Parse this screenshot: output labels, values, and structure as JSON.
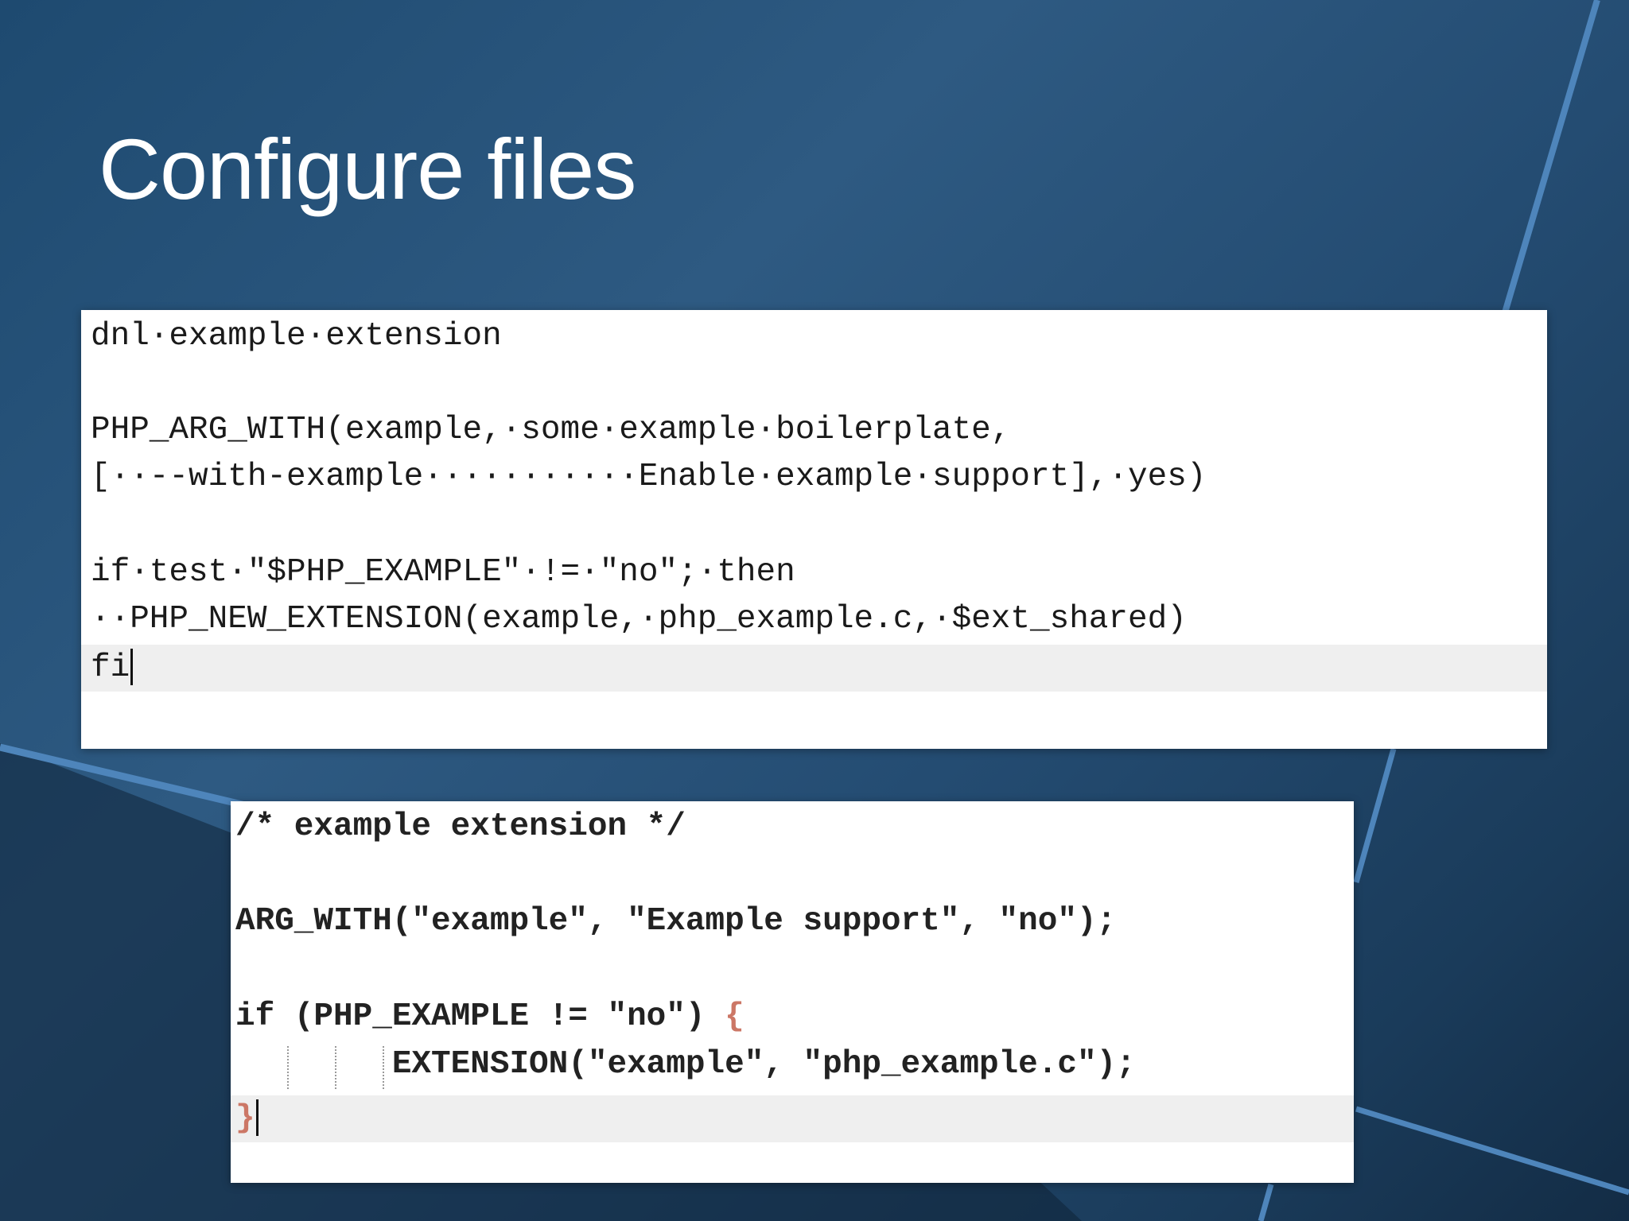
{
  "slide": {
    "title": "Configure files"
  },
  "config_m4": {
    "lines": [
      "dnl·example·extension",
      "",
      "PHP_ARG_WITH(example,·some·example·boilerplate,",
      "[··--with-example···········Enable·example·support],·yes)",
      "",
      "if·test·\"$PHP_EXAMPLE\"·!=·\"no\";·then",
      "··PHP_NEW_EXTENSION(example,·php_example.c,·$ext_shared)",
      "fi"
    ]
  },
  "config_w32": {
    "lines": [
      "/* example extension */",
      "",
      "ARG_WITH(\"example\", \"Example support\", \"no\");",
      "",
      "if (PHP_EXAMPLE != \"no\") ",
      "        EXTENSION(\"example\", \"php_example.c\");",
      "}"
    ],
    "open_brace": "{"
  },
  "colors": {
    "background": "#2a5780",
    "title": "#ffffff",
    "brace": "#cc7766"
  }
}
